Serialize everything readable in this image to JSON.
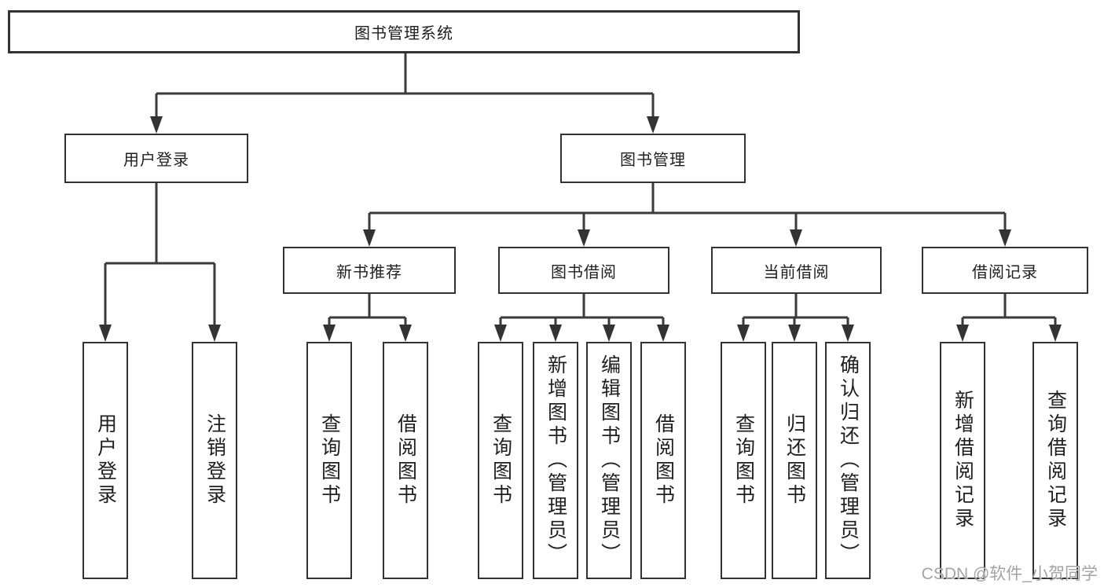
{
  "tree": {
    "root": "图书管理系统",
    "branches": [
      {
        "label": "用户登录",
        "children": [
          "用户登录",
          "注销登录"
        ]
      },
      {
        "label": "图书管理",
        "sections": [
          {
            "label": "新书推荐",
            "children": [
              "查询图书",
              "借阅图书"
            ]
          },
          {
            "label": "图书借阅",
            "children": [
              "查询图书",
              "新增图书（管理员）",
              "编辑图书（管理员）",
              "借阅图书"
            ]
          },
          {
            "label": "当前借阅",
            "children": [
              "查询图书",
              "归还图书",
              "确认归还（管理员）"
            ]
          },
          {
            "label": "借阅记录",
            "children": [
              "新增借阅记录",
              "查询借阅记录"
            ]
          }
        ]
      }
    ]
  },
  "watermark": "CSDN @软件_小贺同学",
  "colors": {
    "line": "#3a3a3a",
    "box_border": "#333333",
    "box_fill": "#ffffff",
    "text": "#1f1f1f",
    "watermark": "#9e9e9e",
    "background": "#ffffff"
  }
}
